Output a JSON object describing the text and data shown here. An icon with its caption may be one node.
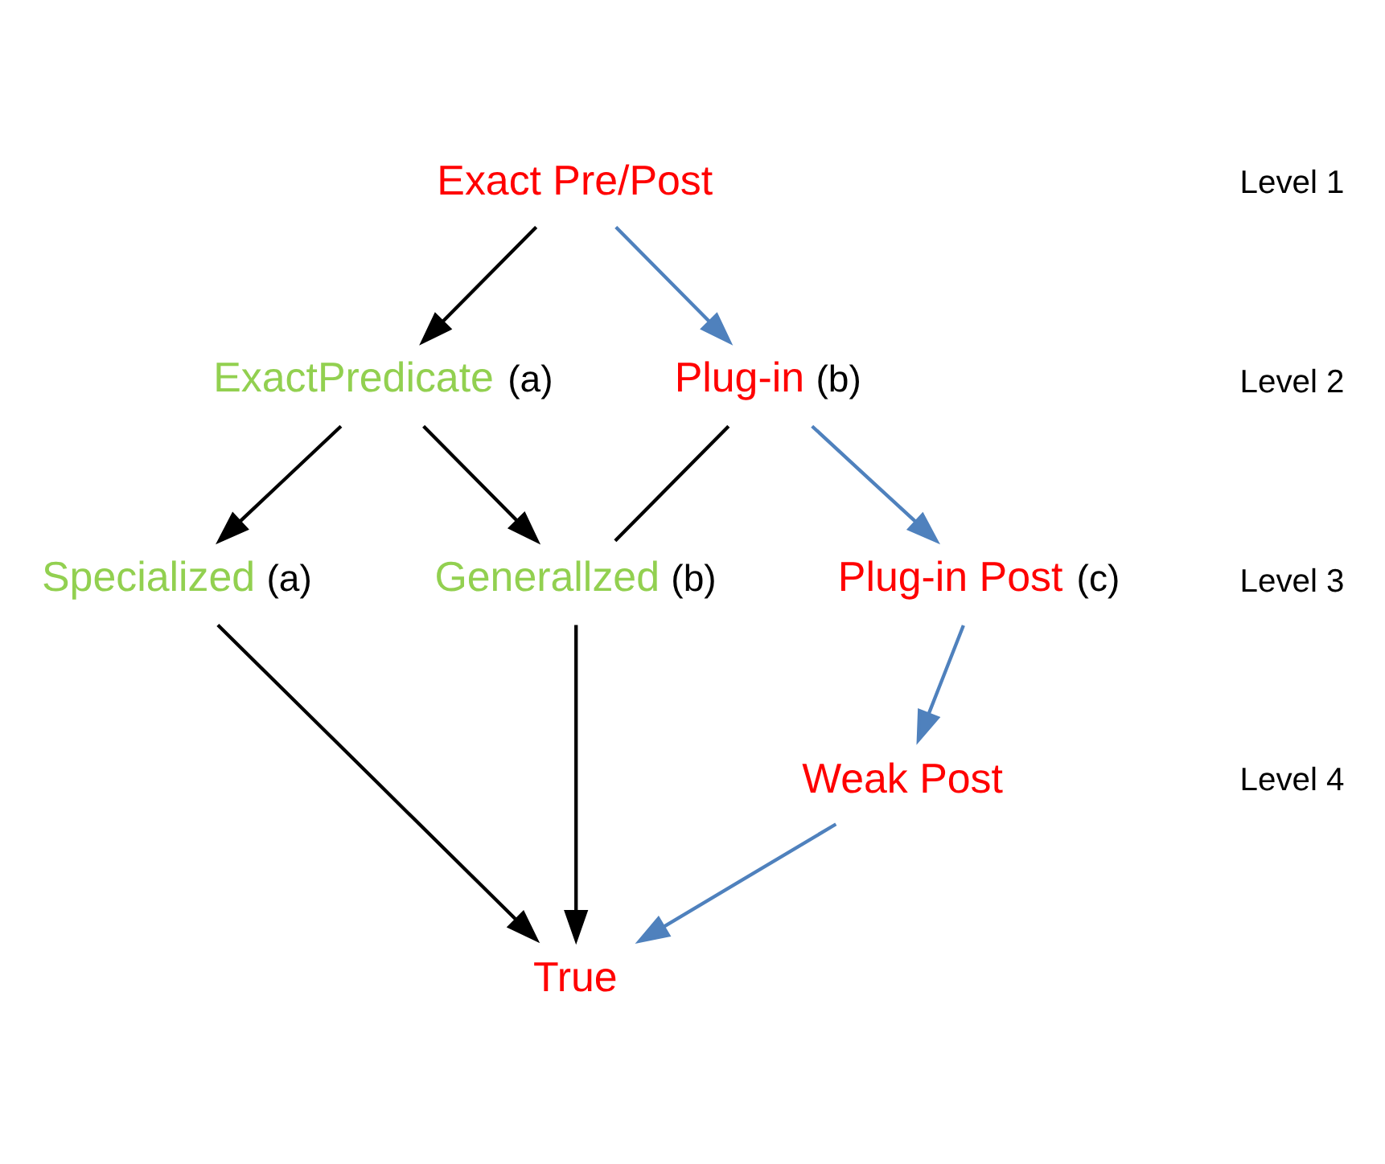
{
  "diagram": {
    "nodes": [
      {
        "text": [
          "Exact Pre/Post"
        ]
      },
      {
        "text": [
          "ExactPredicate"
        ],
        "beside": [
          "(a)"
        ]
      },
      {
        "text": [
          "Plug-in"
        ],
        "beside": [
          "(b)"
        ]
      },
      {
        "text": [
          "Specialized"
        ],
        "beside": [
          "(a)"
        ]
      },
      {
        "text": [
          "Generallzed"
        ],
        "beside": [
          "(b)"
        ]
      },
      {
        "text": [
          "Plug-in Post"
        ],
        "beside": [
          "(c)"
        ]
      },
      {
        "text": [
          "Weak Post"
        ]
      },
      {
        "text": [
          "True"
        ]
      }
    ],
    "edges": [
      {
        "from": 0,
        "to": 1,
        "arrow": "to"
      },
      {
        "from": 0,
        "to": 2,
        "arrow": "to",
        "color": "#4f81bd"
      },
      {
        "from": 1,
        "to": 3,
        "arrow": "to"
      },
      {
        "from": 1,
        "to": 4,
        "arrow": "to"
      },
      {
        "from": 2,
        "to": 4,
        "arrow": "none"
      },
      {
        "from": 2,
        "to": 5,
        "arrow": "to",
        "color": "#4f81bd"
      },
      {
        "from": 3,
        "to": 7,
        "arrow": "to"
      },
      {
        "from": 4,
        "to": 7,
        "arrow": "to"
      },
      {
        "from": 5,
        "to": 6,
        "arrow": "to",
        "color": "#4f81bd"
      },
      {
        "from": 6,
        "to": 7,
        "arrow": "to",
        "color": "#4f81bd"
      }
    ],
    "labels": [
      "Level 1",
      "Level 2",
      "Level 3",
      "Level 4"
    ]
  }
}
